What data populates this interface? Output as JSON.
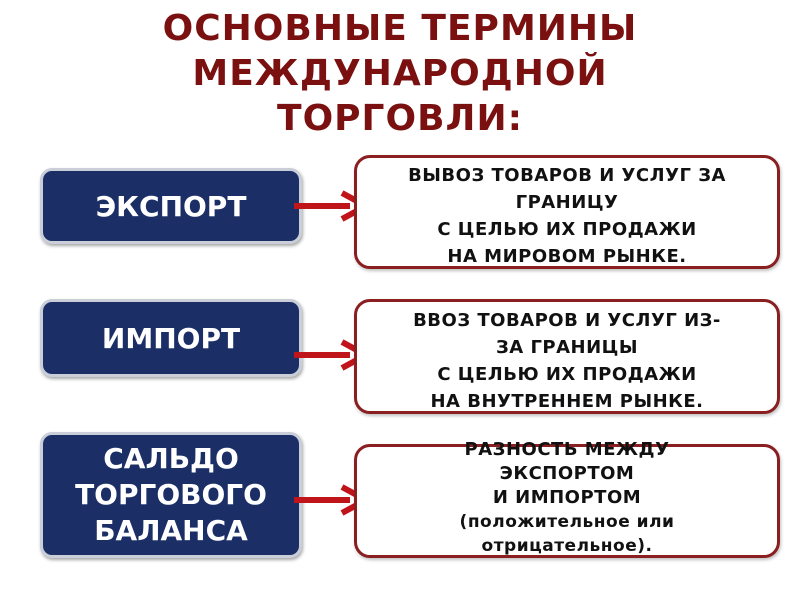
{
  "title": {
    "lines": [
      "ОСНОВНЫЕ ТЕРМИНЫ",
      "МЕЖДУНАРОДНОЙ",
      "ТОРГОВЛИ:"
    ]
  },
  "terms": [
    {
      "label_lines": [
        "ЭКСПОРТ"
      ],
      "definition_lines": [
        "ВЫВОЗ ТОВАРОВ И УСЛУГ ЗА",
        "ГРАНИЦУ",
        "С ЦЕЛЬЮ ИХ ПРОДАЖИ",
        "НА МИРОВОМ РЫНКЕ."
      ]
    },
    {
      "label_lines": [
        "ИМПОРТ"
      ],
      "definition_lines": [
        "ВВОЗ ТОВАРОВ И УСЛУГ ИЗ-",
        "ЗА ГРАНИЦЫ",
        "С ЦЕЛЬЮ ИХ ПРОДАЖИ",
        "НА  ВНУТРЕННЕМ РЫНКЕ."
      ]
    },
    {
      "label_lines": [
        "САЛЬДО",
        "ТОРГОВОГО",
        "БАЛАНСА"
      ],
      "definition_lines": [
        "РАЗНОСТЬ МЕЖДУ",
        "ЭКСПОРТОМ",
        "И ИМПОРТОМ",
        "(положительное или",
        "отрицательное)."
      ]
    }
  ],
  "colors": {
    "title": "#7a1010",
    "term_fill": "#1b2f66",
    "term_border": "#c9ced8",
    "definition_border": "#8a1f22",
    "arrow": "#c0141b"
  }
}
